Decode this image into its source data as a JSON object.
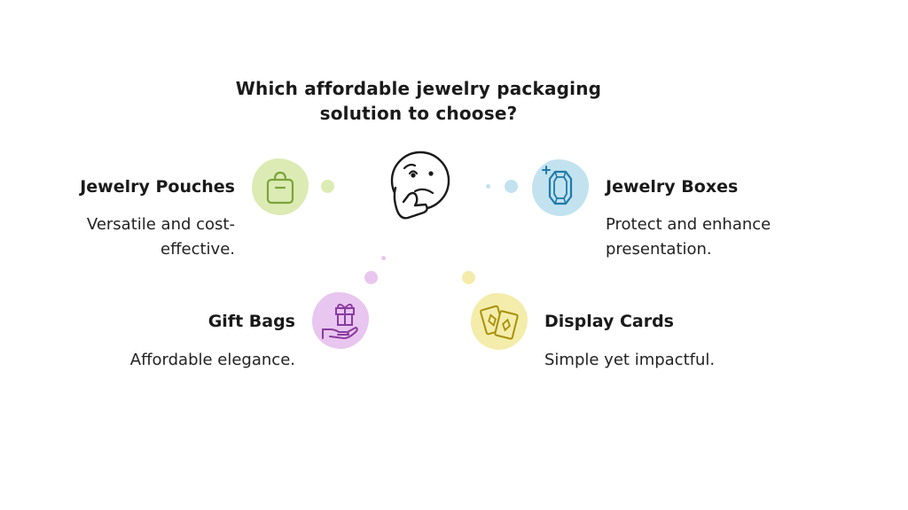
{
  "title": "Which affordable jewelry packaging solution to choose?",
  "options": [
    {
      "id": "pouches",
      "heading": "Jewelry Pouches",
      "description": "Versatile and cost-effective.",
      "icon": "bag-icon",
      "color": "#dcebb3"
    },
    {
      "id": "boxes",
      "heading": "Jewelry Boxes",
      "description": "Protect and enhance presentation.",
      "icon": "gem-icon",
      "color": "#c2e2f0"
    },
    {
      "id": "gifts",
      "heading": "Gift Bags",
      "description": "Affordable elegance.",
      "icon": "gift-hand-icon",
      "color": "#e8c6ef"
    },
    {
      "id": "cards",
      "heading": "Display Cards",
      "description": "Simple yet impactful.",
      "icon": "playing-cards-icon",
      "color": "#f4ecaa"
    }
  ],
  "center_icon": "thinking-face-icon"
}
